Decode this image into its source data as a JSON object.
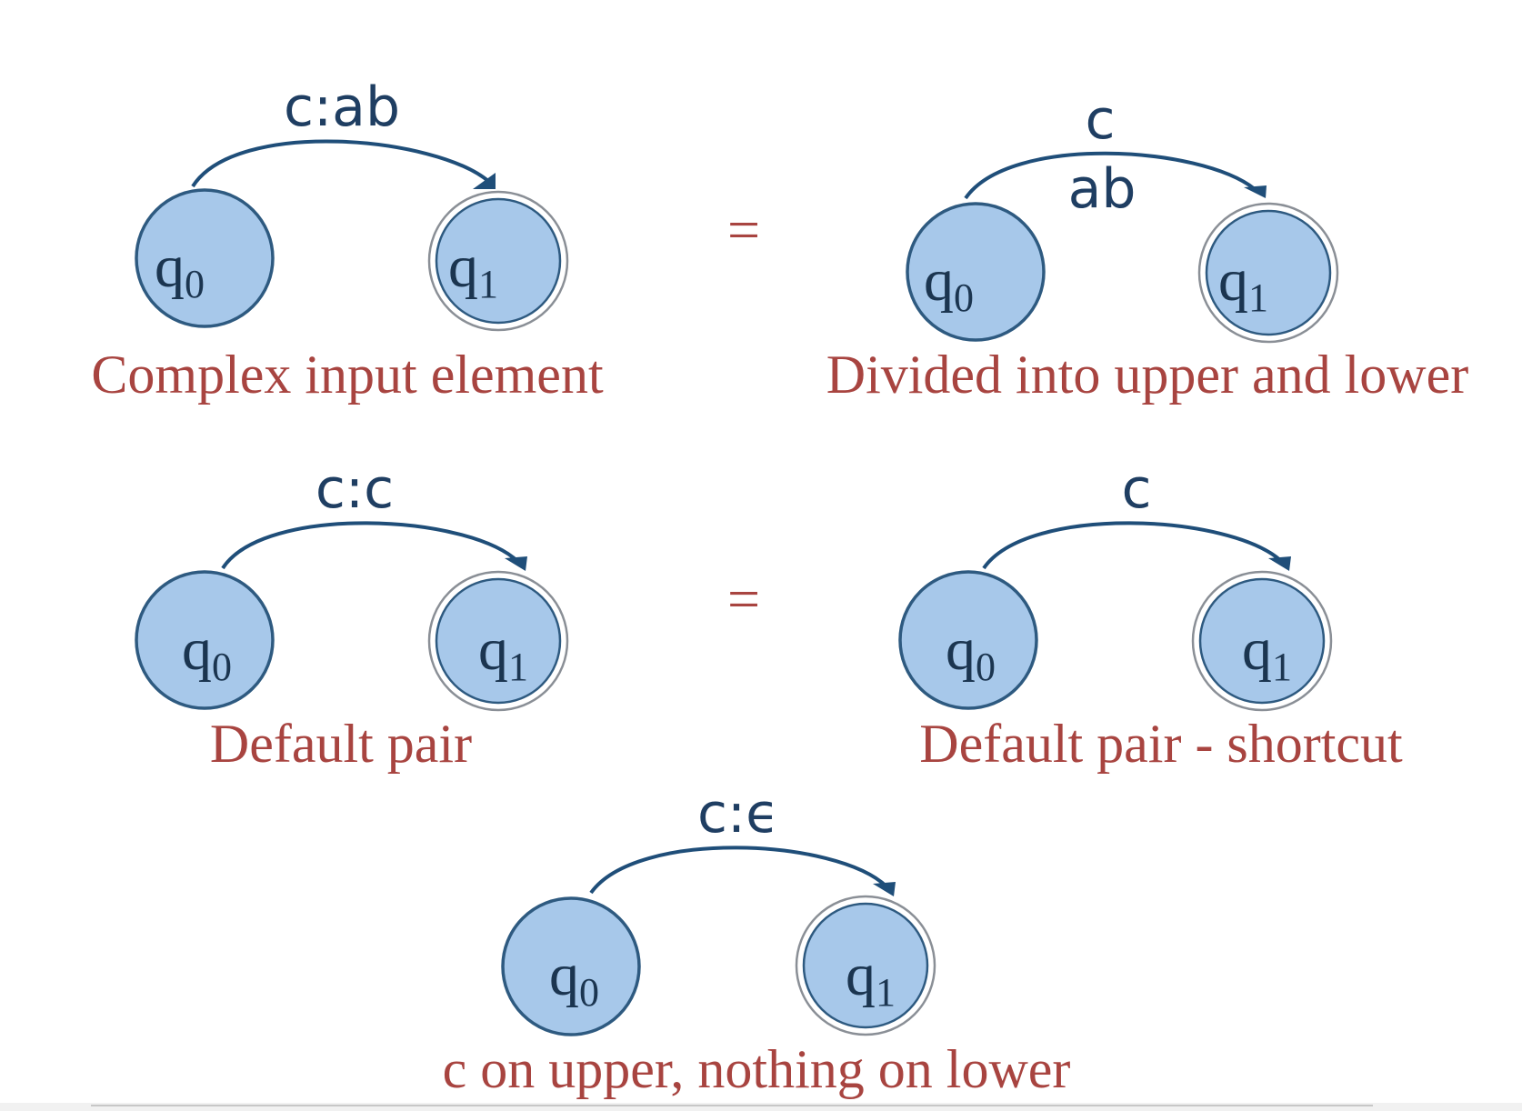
{
  "state_names": {
    "q0": "q",
    "q0_sub": "0",
    "q1": "q",
    "q1_sub": "1"
  },
  "panels": {
    "complex": {
      "arc_label": "c:ab",
      "caption": "Complex input element"
    },
    "divided": {
      "arc_upper": "c",
      "arc_lower": "ab",
      "caption": "Divided into upper and lower"
    },
    "default": {
      "arc_label": "c:c",
      "caption": "Default pair"
    },
    "shortcut": {
      "arc_label": "c",
      "caption": "Default pair - shortcut"
    },
    "epsilon": {
      "arc_label": "c:ϵ",
      "caption": "c on upper, nothing on lower"
    }
  },
  "equals": "=",
  "colors": {
    "state_fill": "#a7c8ea",
    "state_stroke": "#2e5a80",
    "arc": "#1f4e79",
    "caption": "#a84440"
  }
}
